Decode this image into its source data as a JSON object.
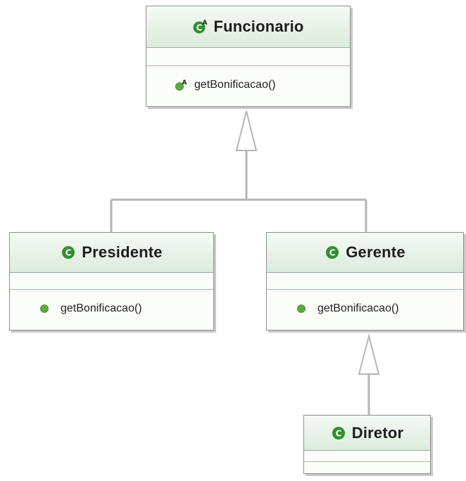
{
  "diagram": {
    "classes": [
      {
        "name": "Funcionario",
        "icon": "abstract-class-icon",
        "methods": [
          {
            "name": "getBonificacao()",
            "icon": "abstract-method-icon"
          }
        ]
      },
      {
        "name": "Presidente",
        "icon": "class-icon",
        "methods": [
          {
            "name": "getBonificacao()",
            "icon": "public-method-icon"
          }
        ]
      },
      {
        "name": "Gerente",
        "icon": "class-icon",
        "methods": [
          {
            "name": "getBonificacao()",
            "icon": "public-method-icon"
          }
        ]
      },
      {
        "name": "Diretor",
        "icon": "class-icon",
        "methods": []
      }
    ],
    "relations": [
      {
        "type": "generalization",
        "from": "Presidente",
        "to": "Funcionario"
      },
      {
        "type": "generalization",
        "from": "Gerente",
        "to": "Funcionario"
      },
      {
        "type": "generalization",
        "from": "Diretor",
        "to": "Gerente"
      }
    ],
    "colors": {
      "header_top": "#f5faf5",
      "header_bottom": "#dcebdc",
      "class_icon": "#2f8f2f",
      "method_icon": "#5bab3f",
      "connector": "#b5b5b5"
    }
  }
}
